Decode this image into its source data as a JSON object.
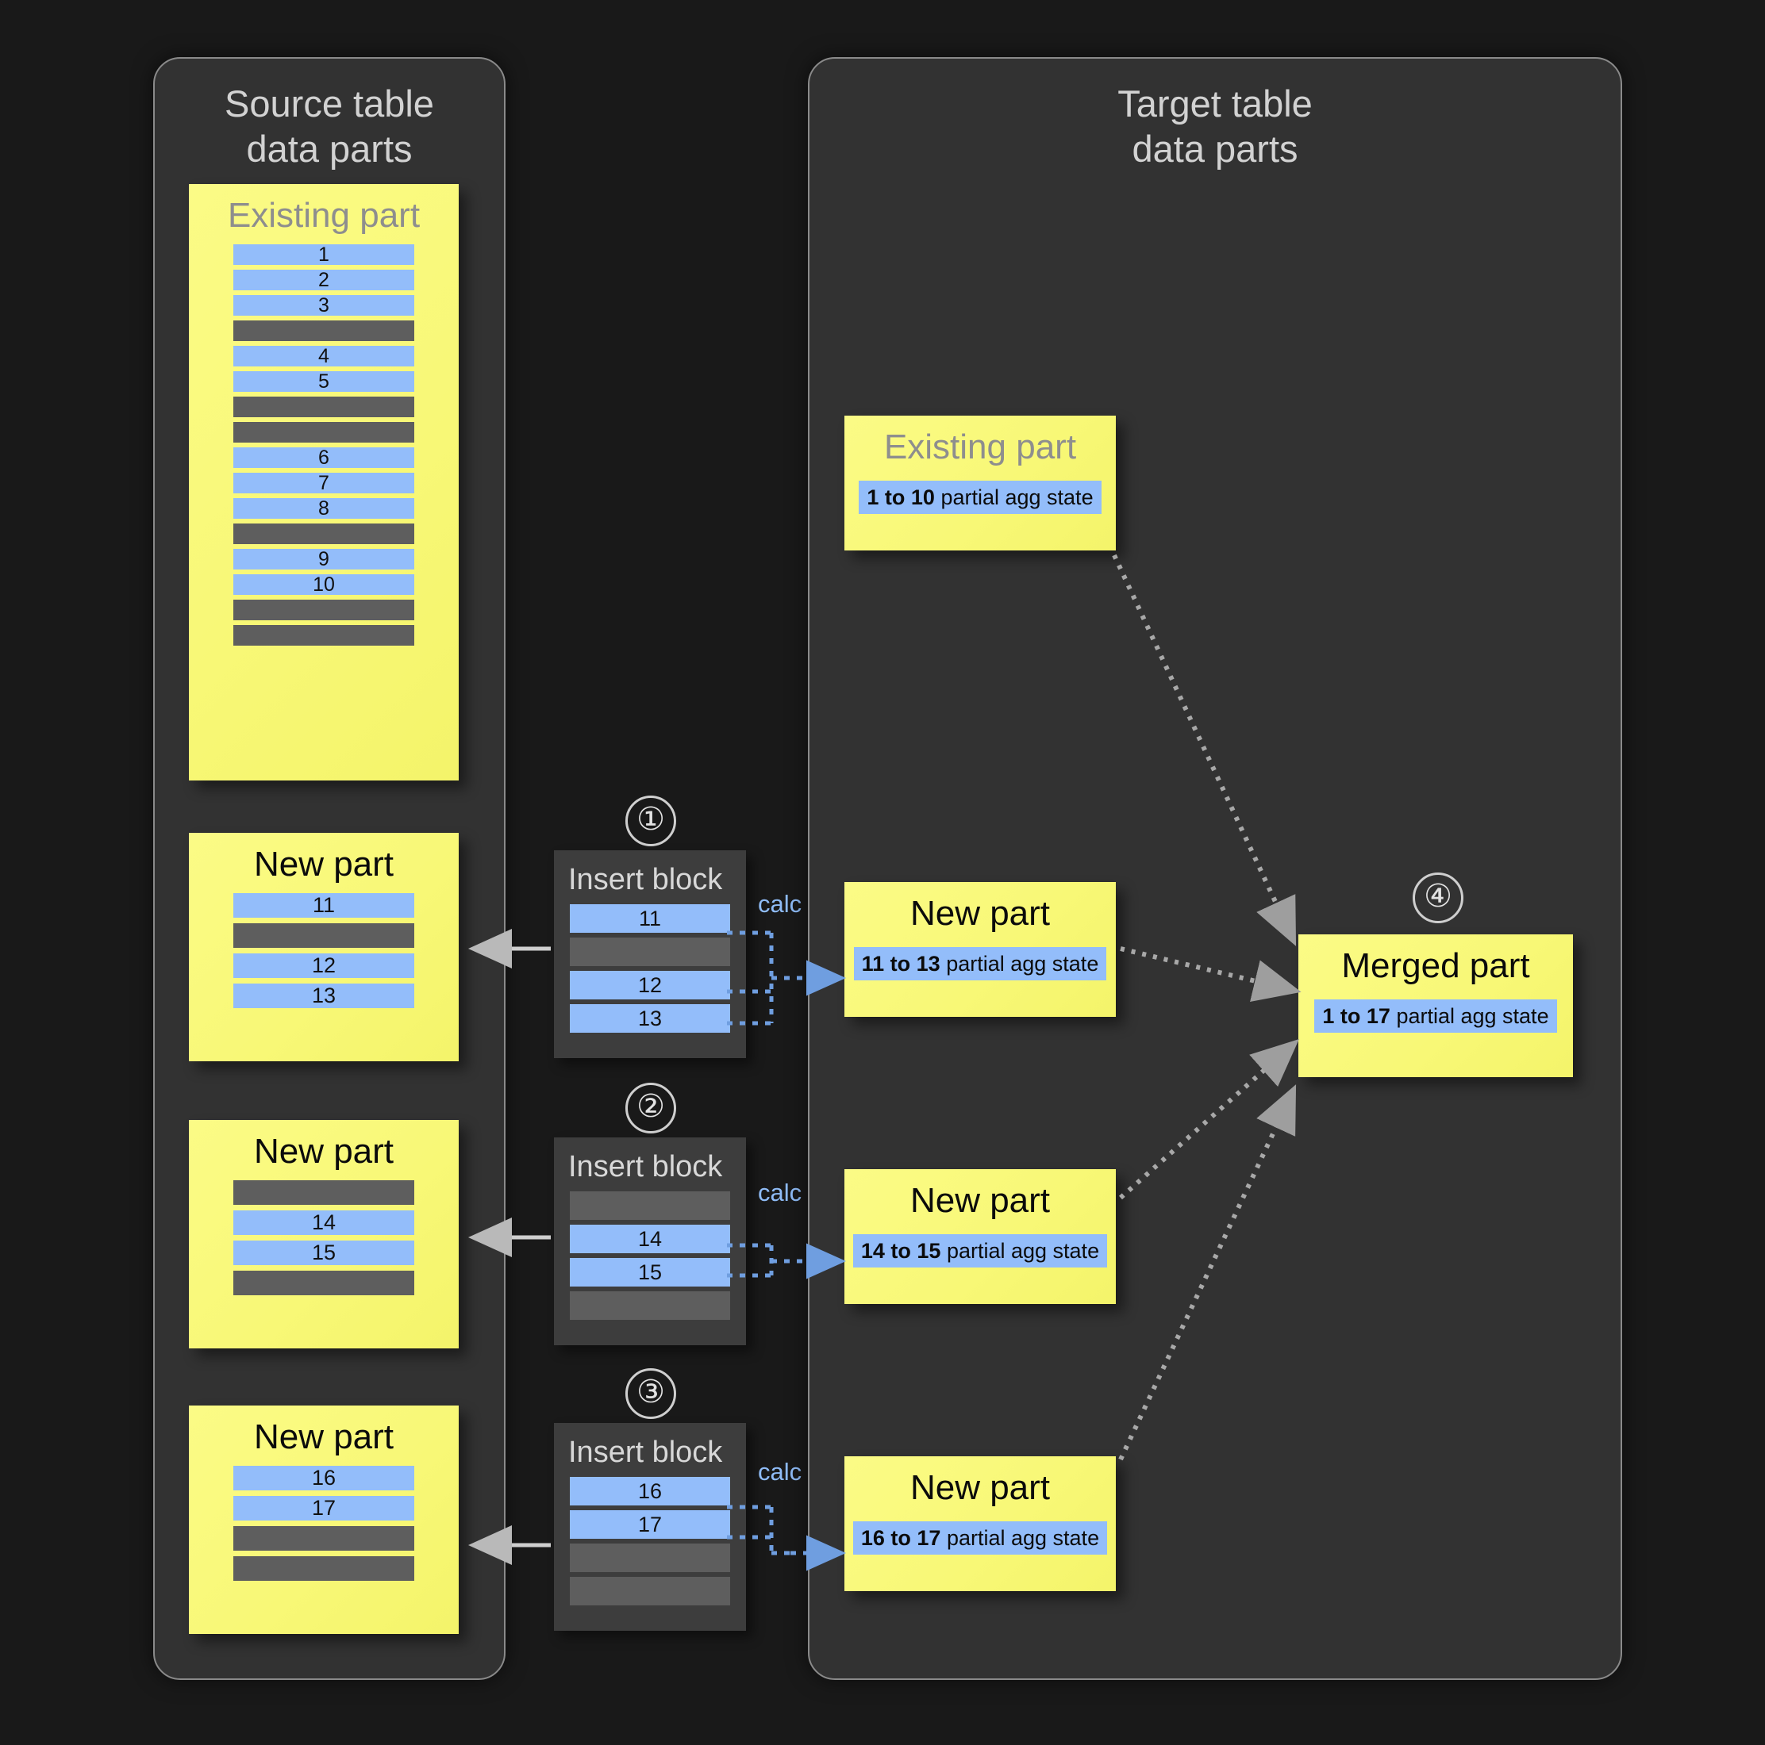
{
  "panels": {
    "source": {
      "title": "Source table\ndata parts"
    },
    "target": {
      "title": "Target table\ndata parts"
    }
  },
  "source_parts": [
    {
      "name": "existing-part",
      "title": "Existing part",
      "title_style": "grey",
      "rows": [
        {
          "kind": "blue",
          "label": "1"
        },
        {
          "kind": "blue",
          "label": "2"
        },
        {
          "kind": "blue",
          "label": "3"
        },
        {
          "kind": "grey",
          "label": ""
        },
        {
          "kind": "blue",
          "label": "4"
        },
        {
          "kind": "blue",
          "label": "5"
        },
        {
          "kind": "grey",
          "label": ""
        },
        {
          "kind": "grey",
          "label": ""
        },
        {
          "kind": "blue",
          "label": "6"
        },
        {
          "kind": "blue",
          "label": "7"
        },
        {
          "kind": "blue",
          "label": "8"
        },
        {
          "kind": "grey",
          "label": ""
        },
        {
          "kind": "blue",
          "label": "9"
        },
        {
          "kind": "blue",
          "label": "10"
        },
        {
          "kind": "grey",
          "label": ""
        },
        {
          "kind": "grey",
          "label": ""
        }
      ]
    },
    {
      "name": "new-part-11-13",
      "title": "New part",
      "title_style": "black",
      "rows": [
        {
          "kind": "blue",
          "label": "11"
        },
        {
          "kind": "grey",
          "label": ""
        },
        {
          "kind": "blue",
          "label": "12"
        },
        {
          "kind": "blue",
          "label": "13"
        }
      ]
    },
    {
      "name": "new-part-14-15",
      "title": "New part",
      "title_style": "black",
      "rows": [
        {
          "kind": "grey",
          "label": ""
        },
        {
          "kind": "blue",
          "label": "14"
        },
        {
          "kind": "blue",
          "label": "15"
        },
        {
          "kind": "grey",
          "label": ""
        }
      ]
    },
    {
      "name": "new-part-16-17",
      "title": "New part",
      "title_style": "black",
      "rows": [
        {
          "kind": "blue",
          "label": "16"
        },
        {
          "kind": "blue",
          "label": "17"
        },
        {
          "kind": "grey",
          "label": ""
        },
        {
          "kind": "grey",
          "label": ""
        }
      ]
    }
  ],
  "insert_blocks": [
    {
      "step": "①",
      "title": "Insert block",
      "calc_label": "calc",
      "rows": [
        {
          "kind": "blue",
          "label": "11"
        },
        {
          "kind": "grey",
          "label": ""
        },
        {
          "kind": "blue",
          "label": "12"
        },
        {
          "kind": "blue",
          "label": "13"
        }
      ]
    },
    {
      "step": "②",
      "title": "Insert block",
      "calc_label": "calc",
      "rows": [
        {
          "kind": "grey",
          "label": ""
        },
        {
          "kind": "blue",
          "label": "14"
        },
        {
          "kind": "blue",
          "label": "15"
        },
        {
          "kind": "grey",
          "label": ""
        }
      ]
    },
    {
      "step": "③",
      "title": "Insert block",
      "calc_label": "calc",
      "rows": [
        {
          "kind": "blue",
          "label": "16"
        },
        {
          "kind": "blue",
          "label": "17"
        },
        {
          "kind": "grey",
          "label": ""
        },
        {
          "kind": "grey",
          "label": ""
        }
      ]
    }
  ],
  "target_parts": [
    {
      "name": "target-existing-part",
      "title": "Existing part",
      "title_style": "grey",
      "agg_range": "1 to 10",
      "agg_suffix": " partial agg state"
    },
    {
      "name": "target-new-part-11-13",
      "title": "New part",
      "title_style": "black",
      "agg_range": "11 to 13",
      "agg_suffix": " partial agg state"
    },
    {
      "name": "target-new-part-14-15",
      "title": "New part",
      "title_style": "black",
      "agg_range": "14 to 15",
      "agg_suffix": " partial agg state"
    },
    {
      "name": "target-new-part-16-17",
      "title": "New part",
      "title_style": "black",
      "agg_range": "16 to 17",
      "agg_suffix": " partial agg state"
    }
  ],
  "merged_part": {
    "step": "④",
    "title": "Merged part",
    "agg_range": "1 to 17",
    "agg_suffix": " partial agg state"
  },
  "colors": {
    "background": "#191919",
    "panel": "#323232",
    "panel_border": "#8a8a8a",
    "yellow": "#f9f97b",
    "blue": "#93bdfa",
    "grey_row": "#5e5e5e",
    "calc_blue": "#8fbcf7",
    "arrow_grey": "#aaaaaa"
  }
}
